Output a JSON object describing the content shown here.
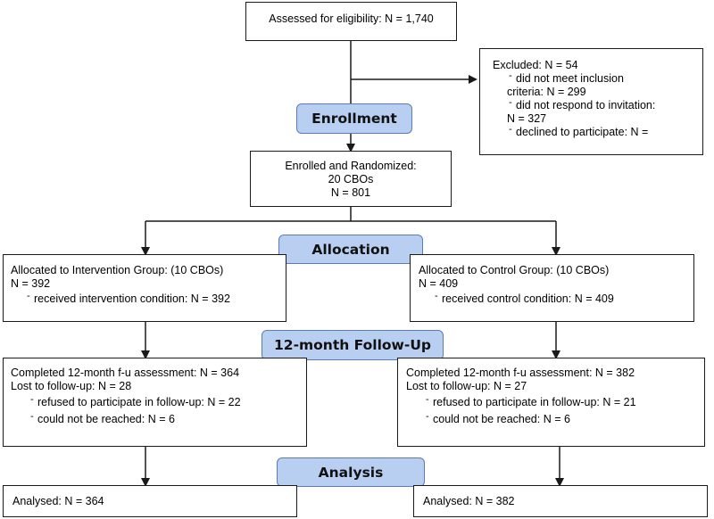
{
  "assessed": {
    "text": "Assessed for eligibility: N = 1,740"
  },
  "excluded": {
    "title": "Excluded: N = 54",
    "items": [
      "did not meet inclusion",
      "criteria: N = 299",
      "did not respond to invitation:",
      "N = 327",
      "declined to participate: N ="
    ]
  },
  "stages": {
    "enrollment": "Enrollment",
    "allocation": "Allocation",
    "followup": "12-month Follow-Up",
    "analysis": "Analysis"
  },
  "enrolled": {
    "lines": [
      "Enrolled and Randomized:",
      "20 CBOs",
      "N = 801"
    ]
  },
  "intervention": {
    "allocation": {
      "title": "Allocated to Intervention Group: (10 CBOs)",
      "n": "N = 392",
      "item": "received intervention condition: N = 392"
    },
    "followup": {
      "completed": "Completed 12-month f-u assessment: N = 364",
      "lost": "Lost to follow-up: N = 28",
      "items": [
        "refused to participate in follow-up: N = 22",
        "could not be reached: N = 6"
      ]
    },
    "analysis": "Analysed: N = 364"
  },
  "control": {
    "allocation": {
      "title": "Allocated to Control Group: (10 CBOs)",
      "n": "N = 409",
      "item": "received control condition: N = 409"
    },
    "followup": {
      "completed": "Completed 12-month f-u assessment: N = 382",
      "lost": "Lost to follow-up: N = 27",
      "items": [
        "refused to participate in follow-up: N = 21",
        "could not be reached: N = 6"
      ]
    },
    "analysis": "Analysed: N = 382"
  },
  "colors": {
    "stage_fill": "#b9cff2",
    "stage_border": "#5a7cb3",
    "line": "#1a1a1a"
  }
}
